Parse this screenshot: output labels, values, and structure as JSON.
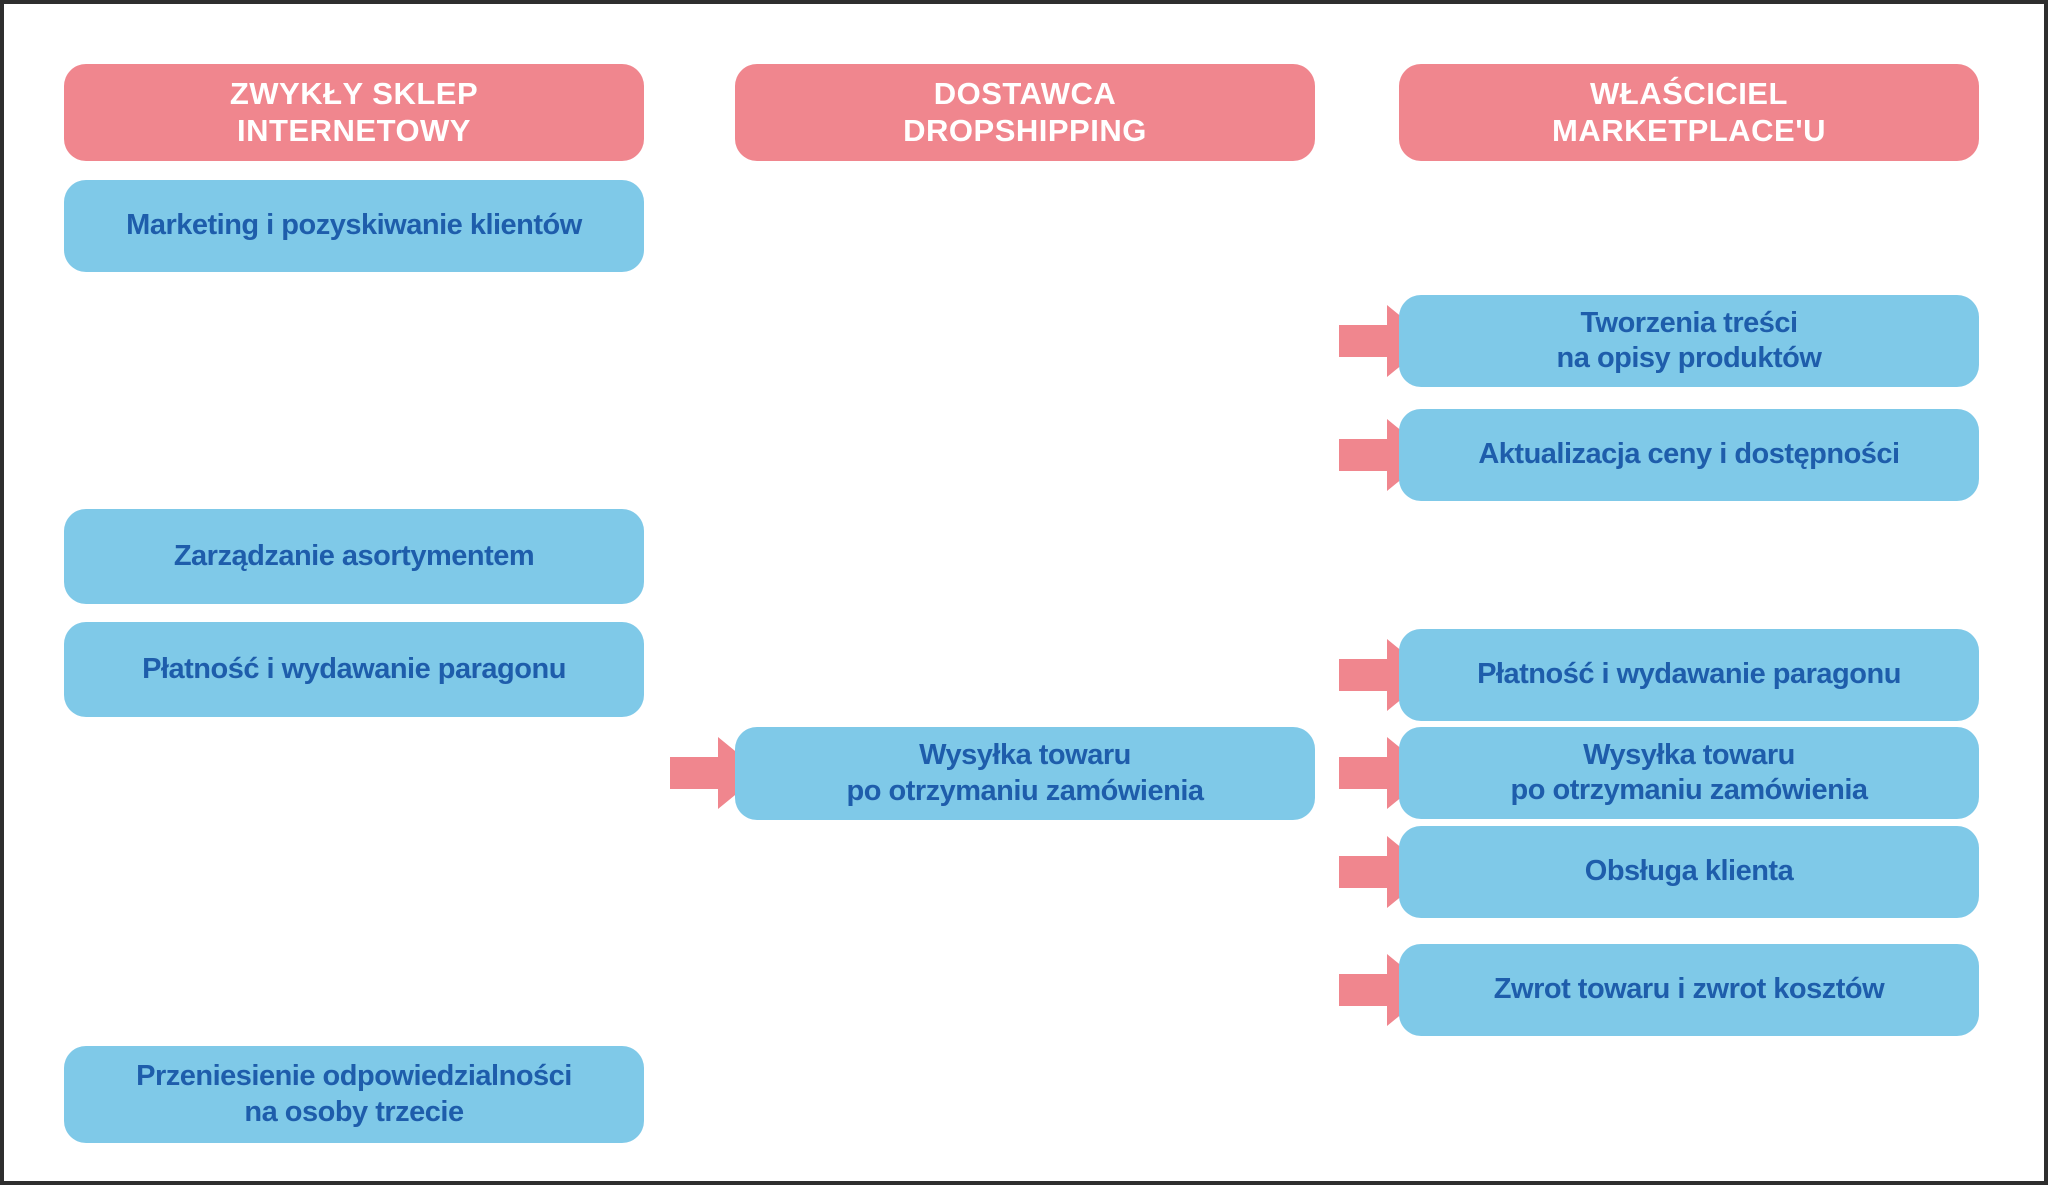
{
  "colors": {
    "background": "#ffffff",
    "border": "#2e2e2e",
    "header_bg": "#f0868e",
    "header_text": "#ffffff",
    "box_bg": "#7fc9e8",
    "box_text": "#1e5dab",
    "arrow": "#f0868e"
  },
  "columns": [
    {
      "header": "ZWYKŁY SKLEP\nINTERNETOWY",
      "boxes": [
        {
          "label": "Marketing i pozyskiwanie klientów",
          "arrow": false
        },
        {
          "label": "Zarządzanie asortymentem",
          "arrow": false
        },
        {
          "label": "Płatność i wydawanie paragonu",
          "arrow": false
        },
        {
          "label": "Przeniesienie odpowiedzialności\nna osoby trzecie",
          "arrow": false
        }
      ]
    },
    {
      "header": "DOSTAWCA\nDROPSHIPPING",
      "boxes": [
        {
          "label": "Wysyłka towaru\npo otrzymaniu zamówienia",
          "arrow": true
        }
      ]
    },
    {
      "header": "WŁAŚCICIEL\nMARKETPLACE'U",
      "boxes": [
        {
          "label": "Tworzenia treści\nna opisy produktów",
          "arrow": true
        },
        {
          "label": "Aktualizacja ceny i dostępności",
          "arrow": true
        },
        {
          "label": "Płatność i wydawanie paragonu",
          "arrow": true
        },
        {
          "label": "Wysyłka towaru\npo otrzymaniu zamówienia",
          "arrow": true
        },
        {
          "label": "Obsługa klienta",
          "arrow": true
        },
        {
          "label": "Zwrot towaru i zwrot kosztów",
          "arrow": true
        }
      ]
    }
  ]
}
